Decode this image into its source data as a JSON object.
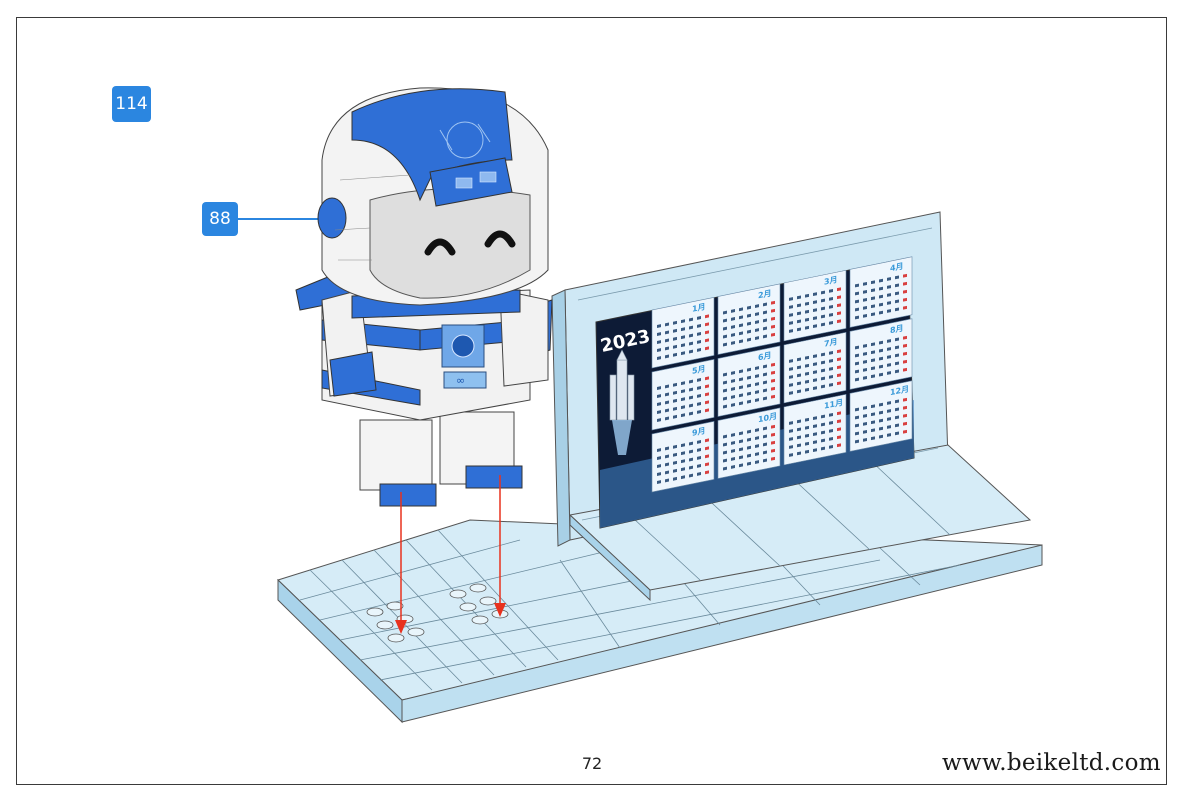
{
  "step_number": "114",
  "part_count": "88",
  "page_number": "72",
  "website": "www.beikeltd.com",
  "calendar": {
    "year": "2023",
    "months": [
      "1月",
      "2月",
      "3月",
      "4月",
      "5月",
      "6月",
      "7月",
      "8月",
      "9月",
      "10月",
      "11月",
      "12月"
    ]
  },
  "colors": {
    "badge": "#2b86e0",
    "brick_blue": "#2f6fd6",
    "plate": "#cfe8f5",
    "arrow": "#e8321e"
  },
  "icons": [
    "robot-astronaut-figure",
    "calendar-display-board",
    "baseplate",
    "placement-arrow"
  ]
}
